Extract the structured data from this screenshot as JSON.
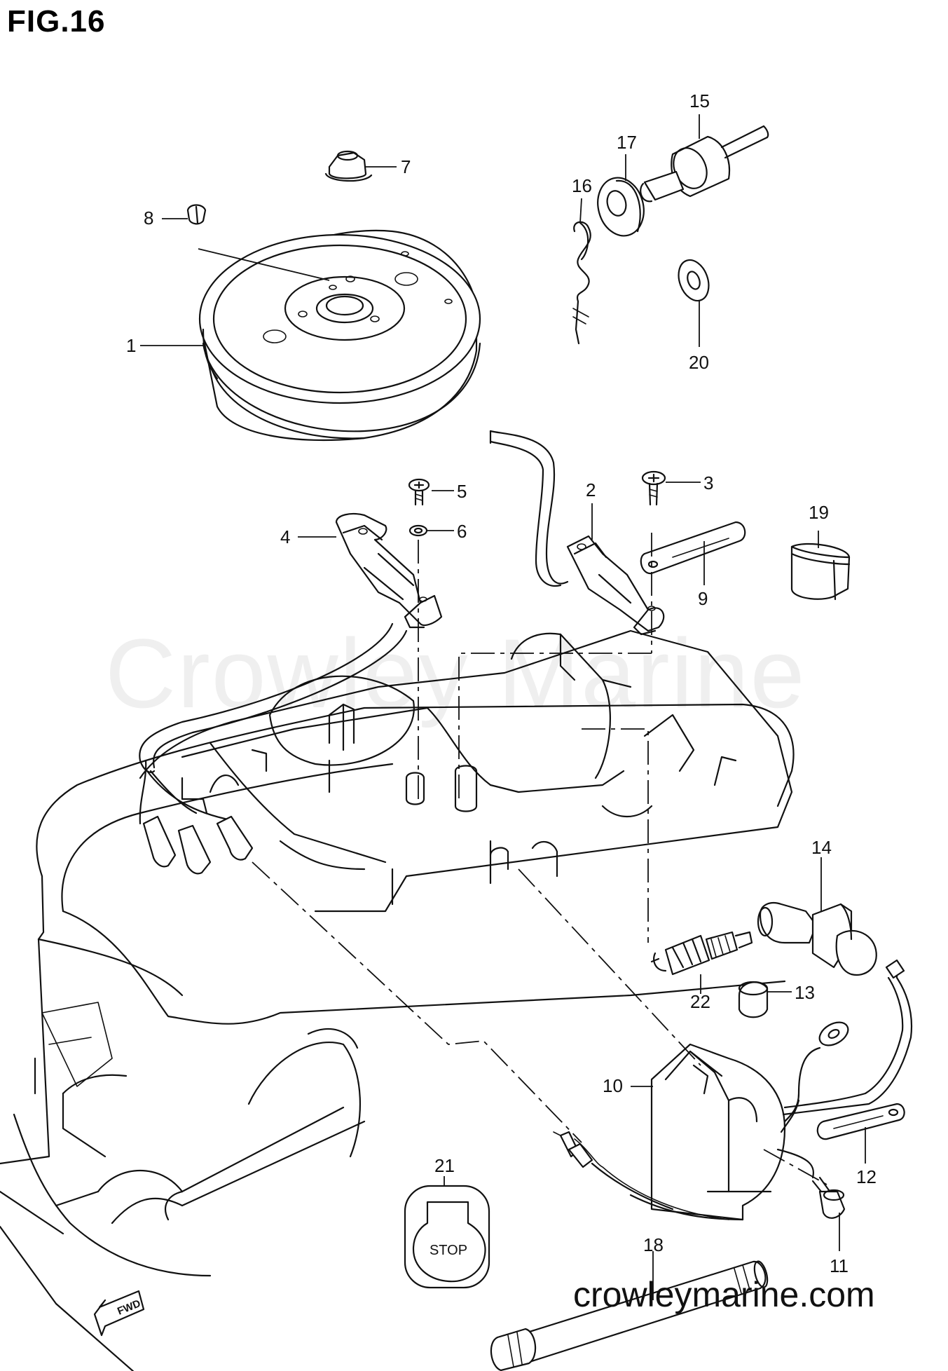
{
  "figure_title": "FIG.16",
  "watermark": "Crowley Marine",
  "site_url": "crowleymarine.com",
  "stop_label": "STOP",
  "fwd_label": "FWD",
  "callouts": [
    "1",
    "2",
    "3",
    "4",
    "5",
    "6",
    "7",
    "8",
    "9",
    "10",
    "11",
    "12",
    "13",
    "14",
    "15",
    "16",
    "17",
    "18",
    "19",
    "20",
    "21",
    "22"
  ]
}
